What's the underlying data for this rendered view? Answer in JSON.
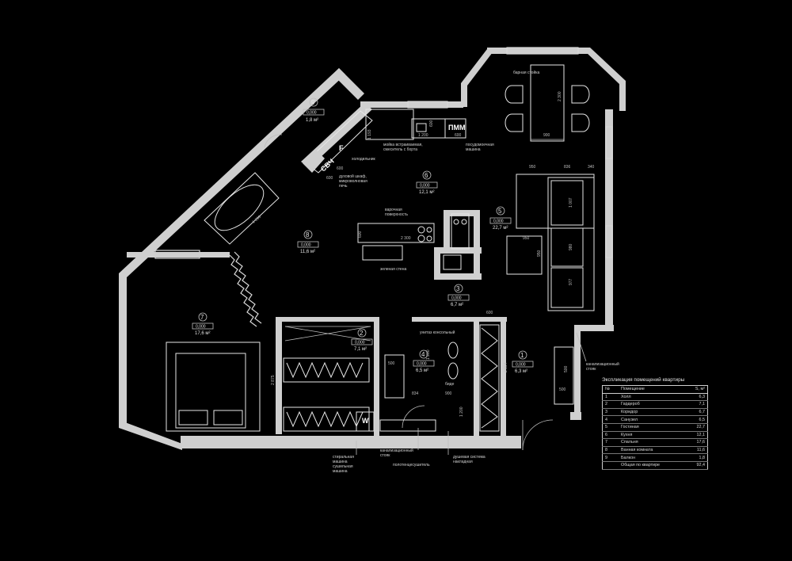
{
  "rooms": [
    {
      "num": "1",
      "level": "0,000",
      "area": "6,3 м²"
    },
    {
      "num": "2",
      "level": "0,000",
      "area": "7,1 м²"
    },
    {
      "num": "3",
      "level": "0,000",
      "area": "6,7 м²"
    },
    {
      "num": "4",
      "level": "0,000",
      "area": "6,5 м²"
    },
    {
      "num": "5",
      "level": "0,000",
      "area": "22,7 м²"
    },
    {
      "num": "6",
      "level": "0,000",
      "area": "12,1 м²"
    },
    {
      "num": "7",
      "level": "0,000",
      "area": "17,6 м²"
    },
    {
      "num": "8",
      "level": "0,000",
      "area": "11,6 м²"
    },
    {
      "num": "9",
      "level": "0,000",
      "area": "1,8 м²"
    }
  ],
  "labels": {
    "bar": "барная стойка",
    "sink1": "мойка встраиваемая,",
    "sink2": "смеситель с борта",
    "dish1": "посудомоечная",
    "dish2": "машина",
    "fridge": "холодильник",
    "oven1": "духовой шкаф,",
    "oven2": "микроволновая",
    "oven3": "печь",
    "hob1": "варочная",
    "hob2": "поверхность",
    "green": "зеленая стена",
    "riser1": "канализационный",
    "riser2": "стояк",
    "wc": "унитаз консольный",
    "bidet": "биде",
    "wm1": "стиральная",
    "wm2": "машина",
    "wm3": "сушильная",
    "wm4": "машина",
    "riser3": "канализационный",
    "riser4": "стояк",
    "towel": "полотенцесушитель",
    "shower1": "душевая система",
    "shower2": "накладная",
    "pmm": "ПММ",
    "svch": "СВЧ",
    "f": "F",
    "w": "W"
  },
  "dims": {
    "d900a": "900",
    "d2300": "2 300",
    "d1200": "1 200",
    "d600a": "600",
    "d600b": "600",
    "d1193": "1 193",
    "d600c": "600",
    "d950a": "950",
    "d836": "836",
    "d340": "340",
    "d1007": "1 007",
    "d980": "980",
    "d977": "977",
    "d950b": "950",
    "d950c": "950",
    "d600d": "600",
    "d2300b": "2 300",
    "d1690": "1 690",
    "d600e": "600",
    "d2004": "2 004",
    "d500a": "500",
    "d500b": "500",
    "d500c": "500",
    "d834": "834",
    "d900b": "900",
    "d1200b": "1 200",
    "d2875": "2 875",
    "d600f": "600",
    "d1200c": "1 200"
  },
  "legend": {
    "title": "Экспликация помещений квартиры",
    "headers": {
      "num": "№",
      "name": "Помещение",
      "area": "S, м²"
    },
    "rows": [
      {
        "num": "1",
        "name": "Холл",
        "area": "6,3"
      },
      {
        "num": "2",
        "name": "Гардероб",
        "area": "7,1"
      },
      {
        "num": "3",
        "name": "Коридор",
        "area": "6,7"
      },
      {
        "num": "4",
        "name": "Санузел",
        "area": "6,5"
      },
      {
        "num": "5",
        "name": "Гостиная",
        "area": "22,7"
      },
      {
        "num": "6",
        "name": "Кухня",
        "area": "12,1"
      },
      {
        "num": "7",
        "name": "Спальня",
        "area": "17,6"
      },
      {
        "num": "8",
        "name": "Ванная комната",
        "area": "11,6"
      },
      {
        "num": "9",
        "name": "Балкон",
        "area": "1,8"
      }
    ],
    "total": {
      "name": "Общая по квартире",
      "area": "92,4"
    }
  }
}
